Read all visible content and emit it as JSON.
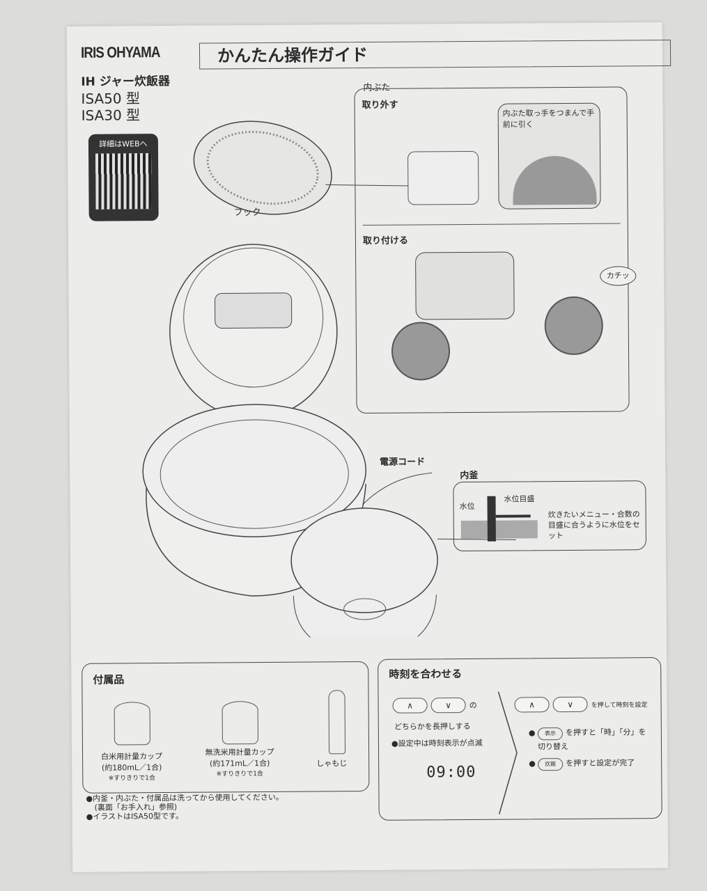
{
  "header": {
    "brand": "IRIS OHYAMA",
    "title": "かんたん操作ガイド",
    "product": "IH ジャー炊飯器",
    "models": [
      "ISA50 型",
      "ISA30 型"
    ],
    "qr_label": "詳細はWEBへ"
  },
  "parts": {
    "hook": "フック",
    "power_cord": "電源コード",
    "inner_pot": "内釜"
  },
  "inner_lid": {
    "heading": "内ぶた",
    "remove": {
      "title": "取り外す",
      "note": "内ぶた取っ手をつまんで手前に引く"
    },
    "attach": {
      "title": "取り付ける",
      "click": "カチッ"
    }
  },
  "water": {
    "water_level": "水位",
    "scale": "水位目盛",
    "instruction": "炊きたいメニュー・合数の目盛に合うように水位をセット"
  },
  "accessories": {
    "title": "付属品",
    "items": [
      {
        "name": "白米用計量カップ",
        "volume": "(約180mL／1合)",
        "note": "※すりきりで1合"
      },
      {
        "name": "無洗米用計量カップ",
        "volume": "(約171mL／1合)",
        "note": "※すりきりで1合"
      },
      {
        "name": "しゃもじ"
      }
    ],
    "notes": [
      "●内釜・内ぶた・付属品は洗ってから使用してください。",
      "(裏面「お手入れ」参照)",
      "●イラストはISA50型です。"
    ]
  },
  "clock": {
    "title": "時刻を合わせる",
    "up": "∧",
    "down": "∨",
    "of": "の",
    "long_press": "どちらかを長押しする",
    "blink_note": "●設定中は時刻表示が点滅",
    "display": "09:00",
    "set_text": "を押して時刻を設定",
    "display_btn": "表示",
    "toggle_text": "を押すと「時」「分」を",
    "toggle_text2": "切り替え",
    "cook_btn": "炊飯",
    "finish_text": "を押すと設定が完了"
  }
}
